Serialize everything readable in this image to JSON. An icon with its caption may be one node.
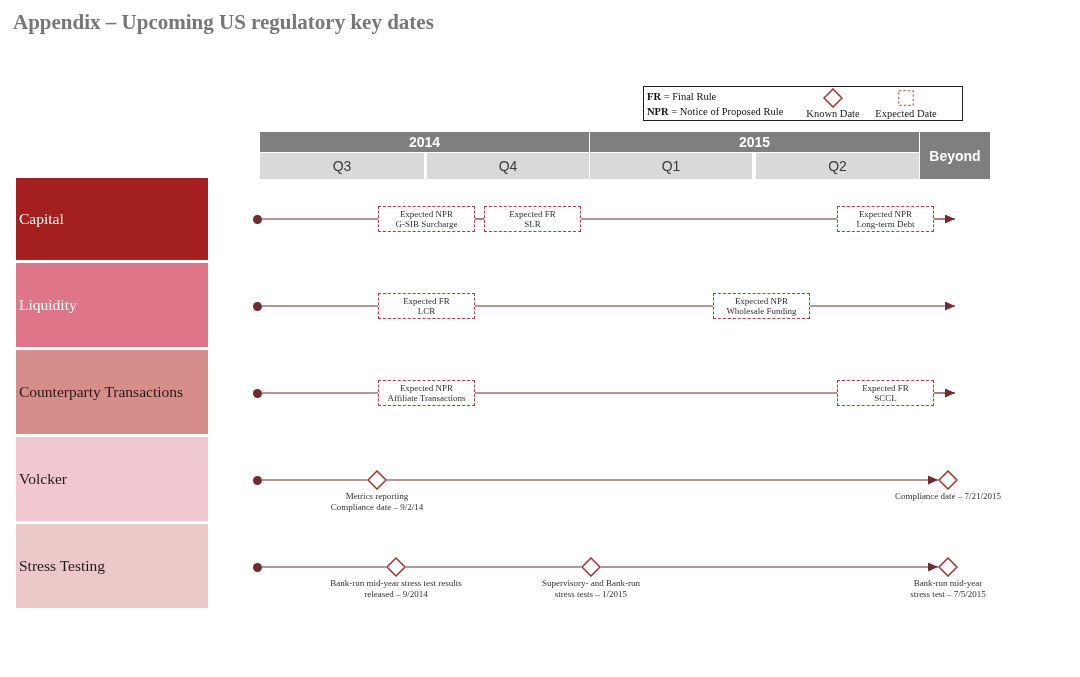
{
  "diagram": {
    "title": "Appendix – Upcoming US regulatory key dates",
    "nodes": [
      {
        "text": [
          "2014"
        ]
      },
      {
        "text": [
          "2015"
        ]
      },
      {
        "text": [
          "Beyond"
        ]
      },
      {
        "text": [
          "Q3"
        ]
      },
      {
        "text": [
          "Q4"
        ]
      },
      {
        "text": [
          "Q1"
        ]
      },
      {
        "text": [
          "Q2"
        ]
      },
      {
        "text": [
          "Capital"
        ]
      },
      {
        "text": [],
        "shape": "circle"
      },
      {
        "text": [
          "Expected NPR",
          "G-SIB Surcharge"
        ]
      },
      {
        "text": [
          "Expected FR",
          "SLR"
        ]
      },
      {
        "text": [
          "Expected NPR",
          "Long-term Debt"
        ]
      },
      {
        "text": [
          "Liquidity"
        ]
      },
      {
        "text": [],
        "shape": "circle"
      },
      {
        "text": [
          "Expected FR",
          "LCR"
        ]
      },
      {
        "text": [
          "Expected NPR",
          "Wholesale Funding"
        ]
      },
      {
        "text": [
          "Counterparty Transactions"
        ]
      },
      {
        "text": [],
        "shape": "circle"
      },
      {
        "text": [
          "Expected NPR",
          "Affiliate Transactions"
        ]
      },
      {
        "text": [
          "Expected FR",
          "SCCL"
        ]
      },
      {
        "text": [
          "Volcker"
        ]
      },
      {
        "text": [],
        "shape": "circle"
      },
      {
        "text": [],
        "shape": "diamond",
        "beside": [
          "Metrics reporting Compliance date – 9/2/14"
        ]
      },
      {
        "text": [],
        "shape": "diamond",
        "beside": [
          "Compliance date – 7/21/2015"
        ]
      },
      {
        "text": [
          "Stress Testing"
        ]
      },
      {
        "text": [],
        "shape": "circle"
      },
      {
        "text": [],
        "shape": "diamond",
        "beside": [
          "Bank-run mid-year stress test results released – 9/2014"
        ]
      },
      {
        "text": [],
        "shape": "diamond",
        "beside": [
          "Supervisory- and Bank-run stress tests – 1/2015"
        ]
      },
      {
        "text": [],
        "shape": "diamond",
        "beside": [
          "Bank-run mid-year stress test – 7/5/2015"
        ]
      }
    ],
    "edges": [
      {
        "from": 8,
        "to": 9,
        "arrow": "none"
      },
      {
        "from": 9,
        "to": 10,
        "arrow": "none"
      },
      {
        "from": 10,
        "to": 11,
        "arrow": "none"
      },
      {
        "from": 11,
        "to": null,
        "arrow": "to"
      },
      {
        "from": 13,
        "to": 14,
        "arrow": "none"
      },
      {
        "from": 14,
        "to": 15,
        "arrow": "none"
      },
      {
        "from": 15,
        "to": null,
        "arrow": "to"
      },
      {
        "from": 17,
        "to": 18,
        "arrow": "none"
      },
      {
        "from": 18,
        "to": 19,
        "arrow": "none"
      },
      {
        "from": 19,
        "to": null,
        "arrow": "to"
      },
      {
        "from": 21,
        "to": 22,
        "arrow": "none"
      },
      {
        "from": 22,
        "to": 23,
        "arrow": "to"
      },
      {
        "from": 25,
        "to": 26,
        "arrow": "none"
      },
      {
        "from": 26,
        "to": 27,
        "arrow": "none"
      },
      {
        "from": 27,
        "to": 28,
        "arrow": "to"
      }
    ],
    "labels": [
      "**FR** = Final Rule",
      "**NPR** = Notice of Proposed Rule"
    ],
    "legend": [
      {
        "text": "Known Date"
      },
      {
        "text": "Expected Date"
      }
    ]
  }
}
